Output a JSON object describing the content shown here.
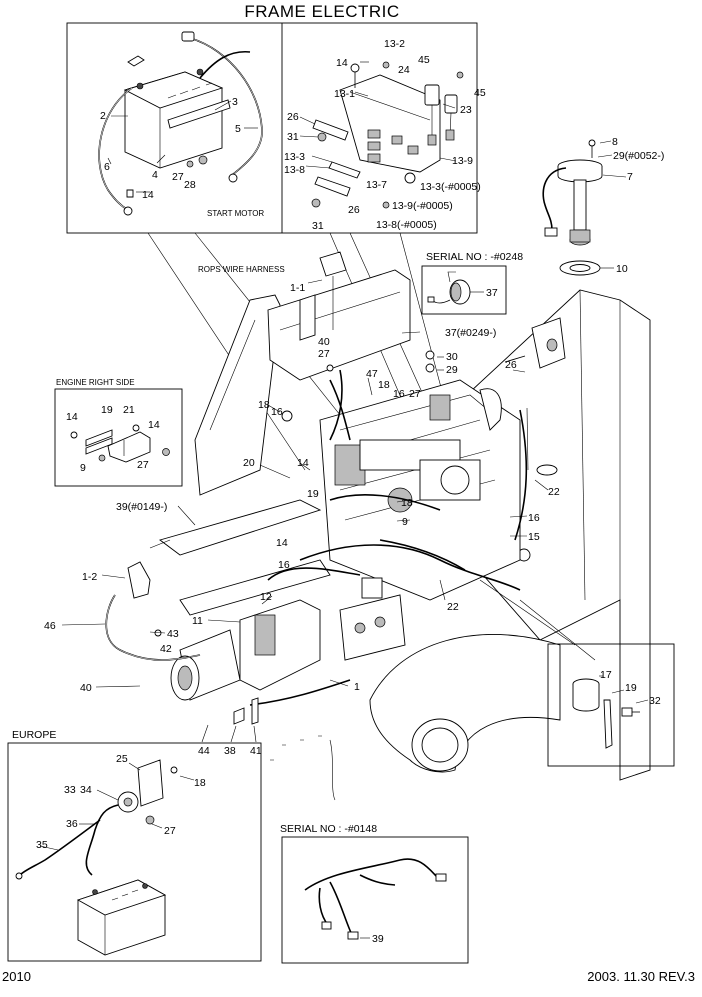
{
  "title": "FRAME ELECTRIC",
  "footer": {
    "page": "2010",
    "date_rev": "2003. 11.30  REV.3"
  },
  "notes": {
    "start_motor": "START MOTOR",
    "rops_harness": "ROPS WIRE HARNESS",
    "engine_right_side": "ENGINE RIGHT SIDE",
    "europe": "EUROPE",
    "serial_0248": "SERIAL NO : -#0248",
    "serial_0148": "SERIAL NO : -#0148"
  },
  "labels": {
    "battery_box": [
      "2",
      "6",
      "4",
      "27",
      "28",
      "14",
      "3",
      "5"
    ],
    "bracket_box": [
      "13-2",
      "14",
      "24",
      "45",
      "45",
      "13-1",
      "23",
      "26",
      "31",
      "13-3",
      "13-8",
      "13-7",
      "13-9",
      "13-3(-#0005)",
      "26",
      "13-9(-#0005)",
      "31",
      "13-8(-#0005)"
    ],
    "sender": [
      "8",
      "29(#0052-)",
      "7",
      "10"
    ],
    "serial_0248_box": [
      "37"
    ],
    "engine_box": [
      "14",
      "19",
      "21",
      "14",
      "9",
      "27"
    ],
    "main": [
      "1-1",
      "37(#0249-)",
      "40",
      "27",
      "30",
      "29",
      "26",
      "47",
      "18",
      "16",
      "27",
      "18",
      "16",
      "20",
      "14",
      "22",
      "39(#0149-)",
      "19",
      "18",
      "9",
      "16",
      "15",
      "14",
      "16",
      "1-2",
      "12",
      "46",
      "43",
      "42",
      "11",
      "40",
      "44",
      "38",
      "41",
      "1",
      "22"
    ],
    "bottom_right": [
      "17",
      "19",
      "32"
    ],
    "europe_box": [
      "25",
      "18",
      "33",
      "34",
      "36",
      "27",
      "35"
    ],
    "serial_0148_box": [
      "39"
    ]
  }
}
